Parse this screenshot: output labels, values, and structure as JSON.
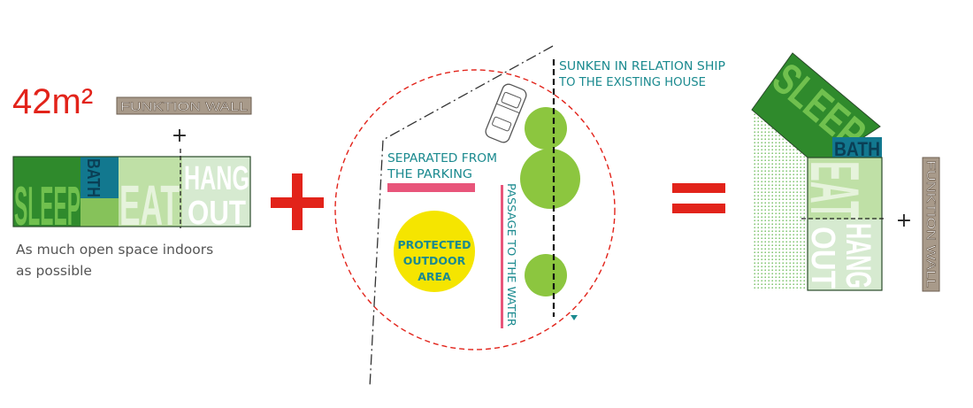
{
  "colors": {
    "red": "#e2231a",
    "teal": "#1b8a8f",
    "pink": "#e8557a",
    "yellow": "#f5e500",
    "dark_green": "#2f8a2c",
    "mid_green": "#86c25a",
    "light_green": "#bfe0a6",
    "pale_green": "#d6ead0",
    "bath_blue": "#12788f",
    "wall_brown": "#a89a8a",
    "tree_green": "#8cc63f"
  },
  "left": {
    "area_label": "42m²",
    "wall_label": "FUNKTION WALL",
    "plus": "+",
    "zones": {
      "sleep": "SLEEP",
      "bath": "BATH",
      "eat": "EAT",
      "hang": "HANG",
      "out": "OUT"
    },
    "caption_line1": "As much open space indoors",
    "caption_line2": "as possible"
  },
  "operators": {
    "plus": "+",
    "equals": "="
  },
  "site": {
    "sunken_line1": "SUNKEN IN RELATION SHIP",
    "sunken_line2": "TO THE EXISTING HOUSE",
    "separated_line1": "SEPARATED FROM",
    "separated_line2": "THE PARKING",
    "passage": "PASSAGE TO THE WATER",
    "protected_line1": "PROTECTED",
    "protected_line2": "OUTDOOR",
    "protected_line3": "AREA"
  },
  "right": {
    "zones": {
      "sleep": "SLEEP",
      "bath": "BATH",
      "eat": "EAT",
      "hang": "HANG",
      "out": "OUT"
    },
    "plus": "+",
    "wall_label": "FUNKTION WALL"
  }
}
